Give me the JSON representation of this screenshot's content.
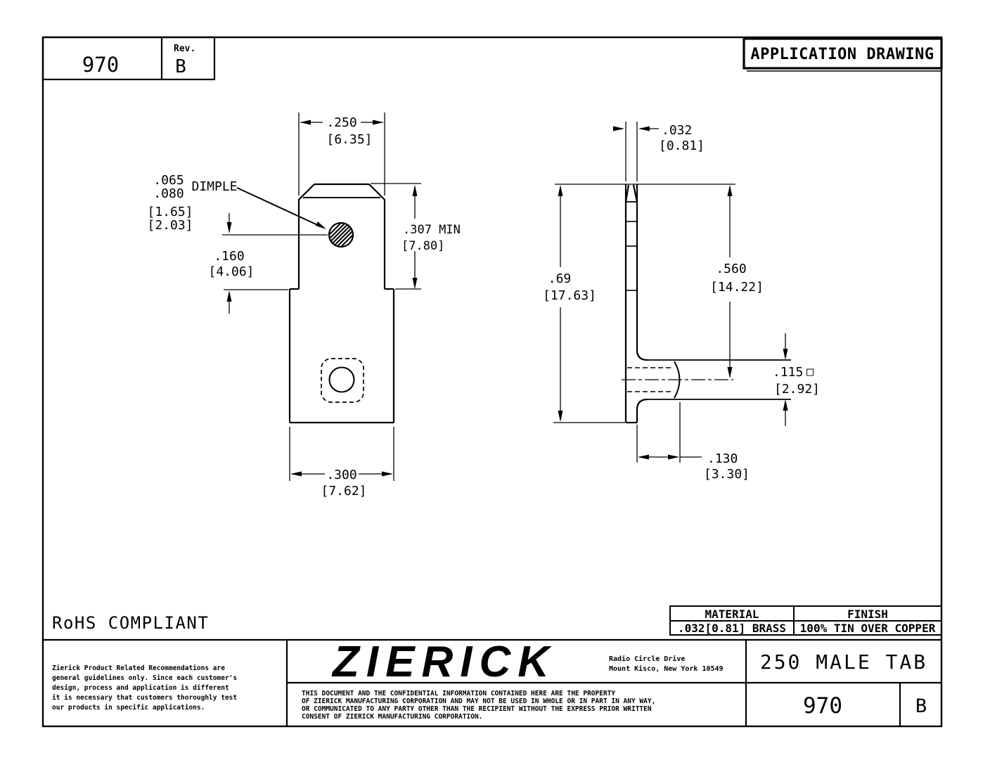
{
  "header": {
    "part_number": "970",
    "rev_label": "Rev.",
    "rev": "B",
    "drawing_type": "APPLICATION DRAWING"
  },
  "front_view": {
    "width_in": ".250",
    "width_mm": "[6.35]",
    "dimple_label": "DIMPLE",
    "dimple_min_in": ".065",
    "dimple_max_in": ".080",
    "dimple_min_mm": "[1.65]",
    "dimple_max_mm": "[2.03]",
    "dimple_offset_in": ".160",
    "dimple_offset_mm": "[4.06]",
    "tab_length_in": ".307 MIN",
    "tab_length_mm": "[7.80]",
    "body_width_in": ".300",
    "body_width_mm": "[7.62]"
  },
  "side_view": {
    "thickness_in": ".032",
    "thickness_mm": "[0.81]",
    "overall_height_in": ".69",
    "overall_height_mm": "[17.63]",
    "hole_center_in": ".560",
    "hole_center_mm": "[14.22]",
    "flange_height_in": ".115",
    "flange_square_symbol": "□",
    "flange_height_mm": "[2.92]",
    "flange_depth_in": ".130",
    "flange_depth_mm": "[3.30]"
  },
  "compliance": {
    "rohs": "RoHS COMPLIANT"
  },
  "spec_table": {
    "material_header": "MATERIAL",
    "finish_header": "FINISH",
    "material_value": ".032[0.81] BRASS",
    "finish_value": "100% TIN OVER COPPER"
  },
  "title_block": {
    "disclaimer_lines": [
      "Zierick Product Related Recommendations are",
      "general guidelines only. Since each customer's",
      "design, process and application is different",
      "it is necessary that customers thoroughly test",
      "our products in specific applications."
    ],
    "brand": "ZIERICK",
    "address_line1": "Radio Circle Drive",
    "address_line2": "Mount Kisco, New York 10549",
    "legal_lines": [
      "THIS DOCUMENT AND THE CONFIDENTIAL INFORMATION CONTAINED HERE ARE THE PROPERTY",
      "OF ZIERICK MANUFACTURING CORPORATION AND MAY NOT BE USED IN WHOLE OR IN PART IN ANY WAY,",
      "OR COMMUNICATED TO ANY PARTY OTHER THAN THE RECIPIENT WITHOUT THE EXPRESS PRIOR WRITTEN",
      "CONSENT OF ZIERICK MANUFACTURING CORPORATION."
    ],
    "part_name": "250 MALE TAB",
    "part_number": "970",
    "rev": "B"
  }
}
